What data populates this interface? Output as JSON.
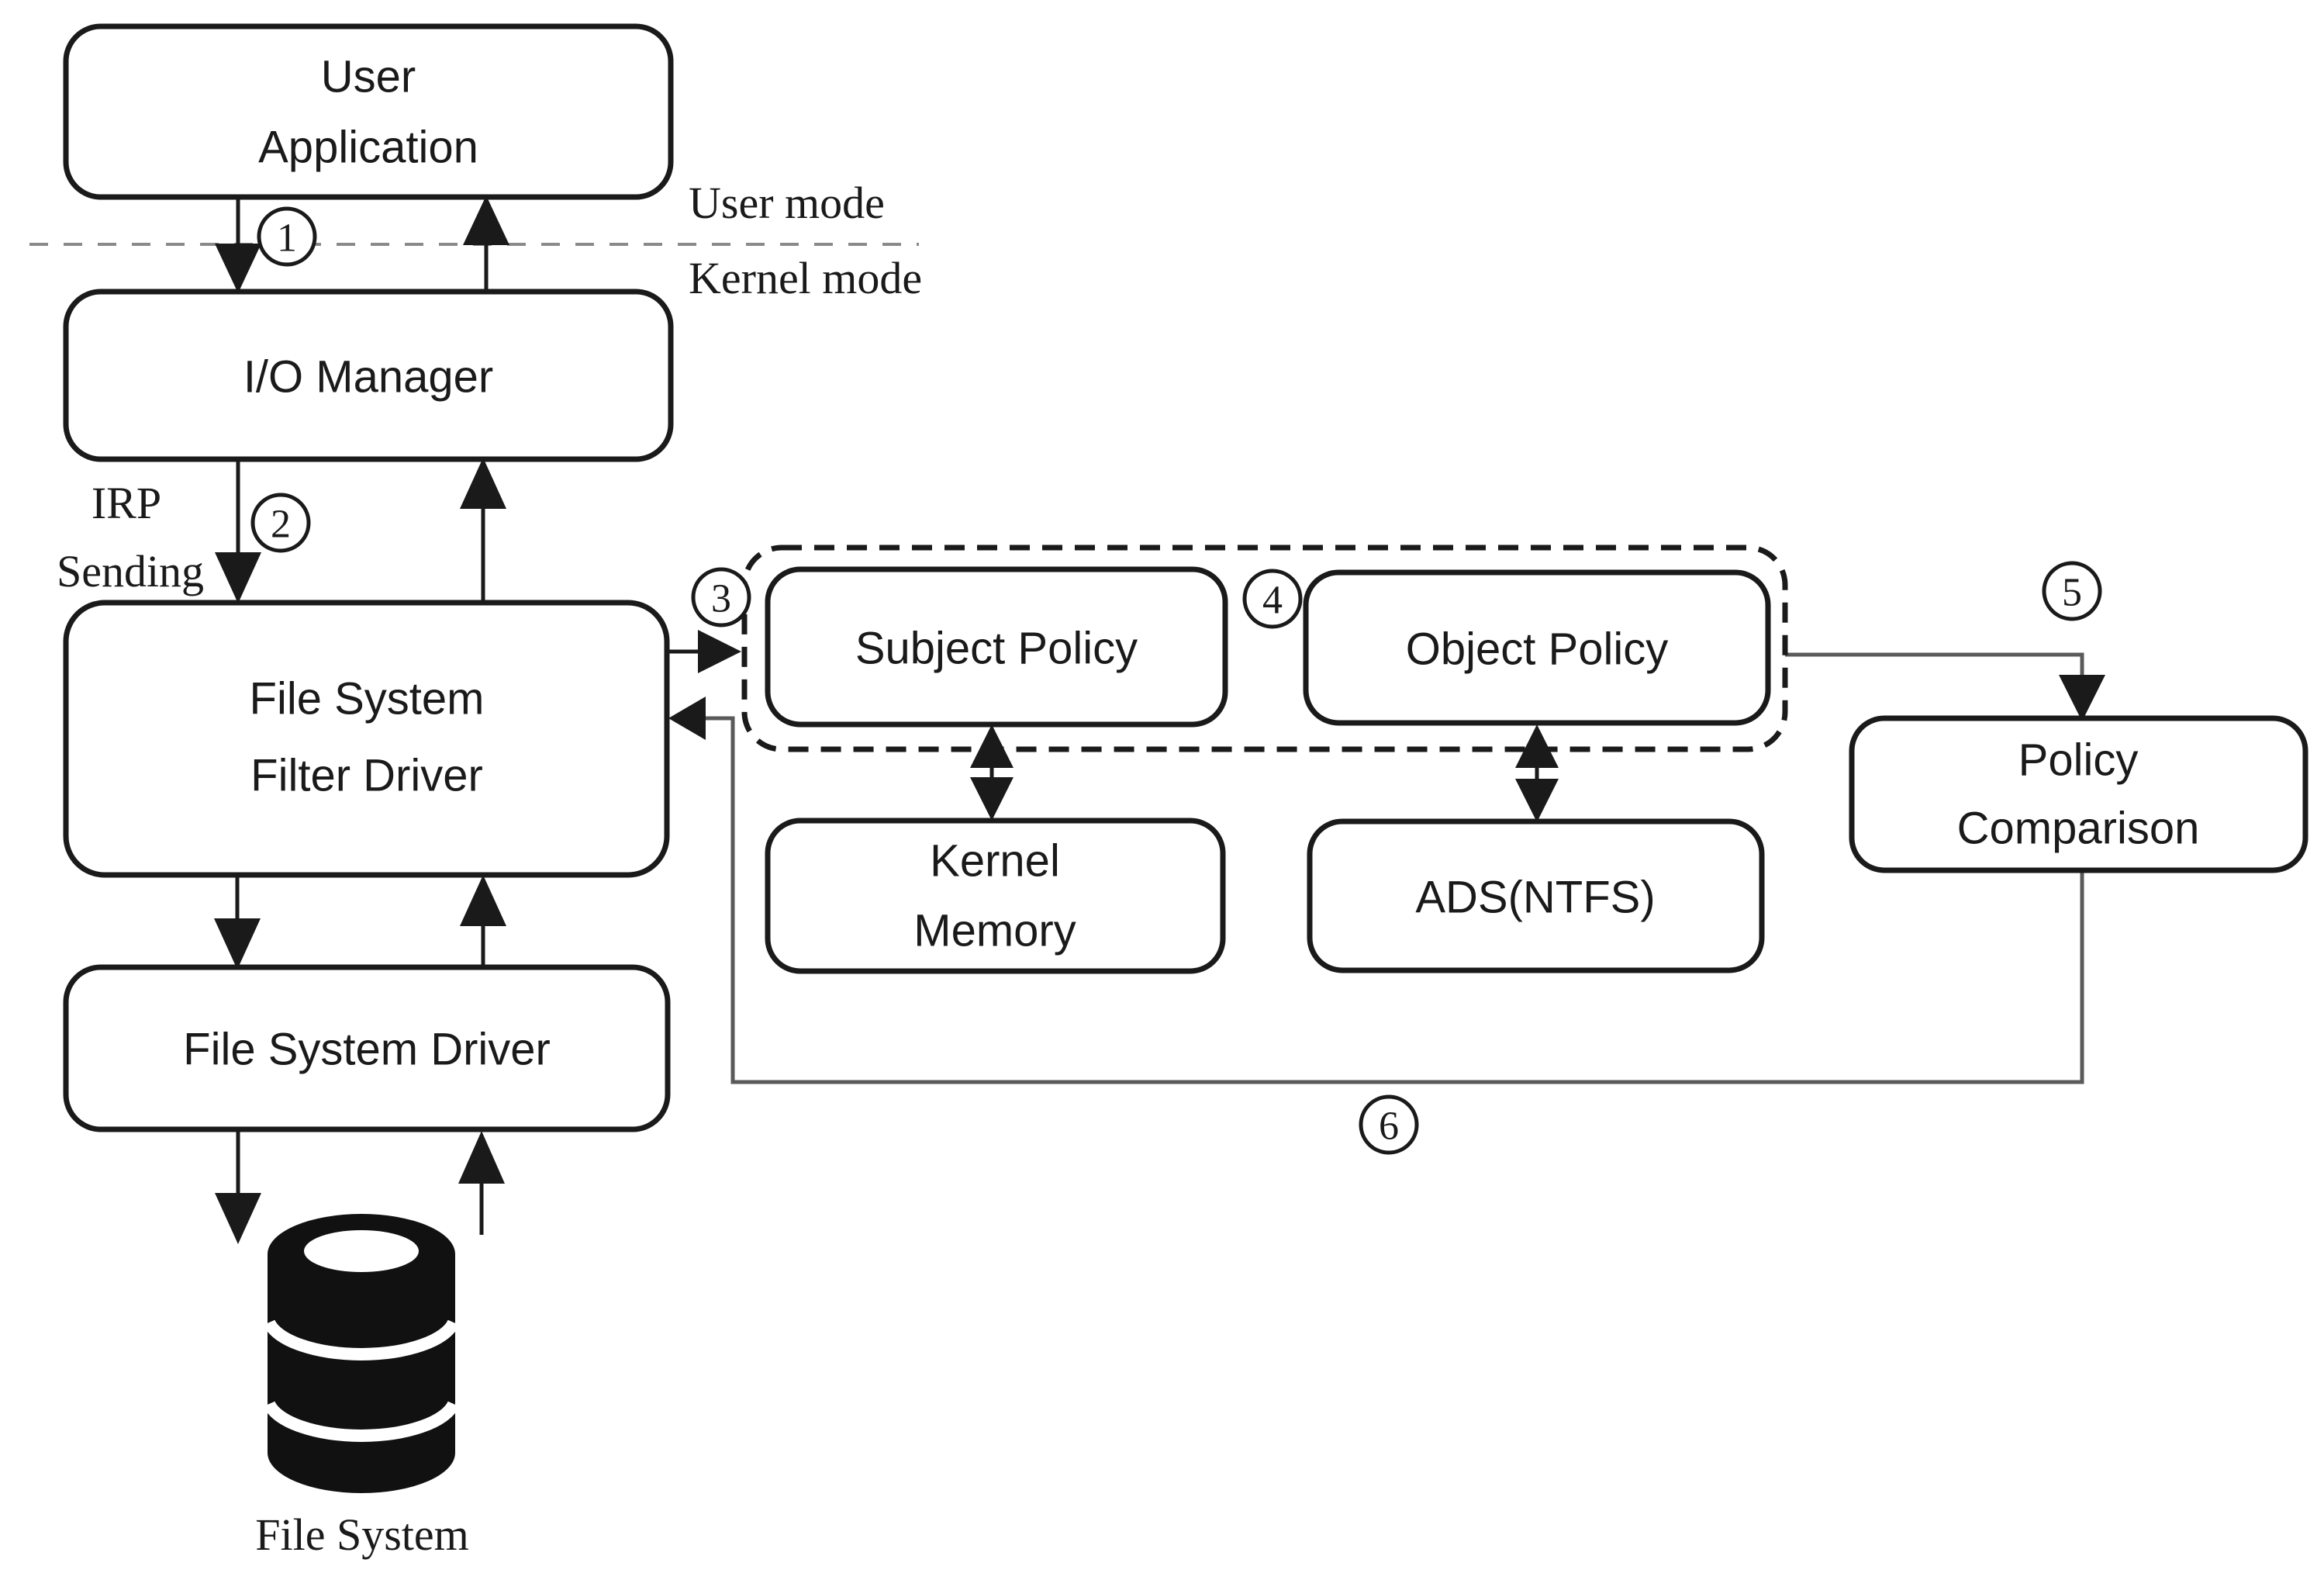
{
  "diagram": {
    "boxes": {
      "user_application": {
        "line1": "User",
        "line2": "Application"
      },
      "io_manager": {
        "label": "I/O Manager"
      },
      "file_system_filter_driver": {
        "line1": "File System",
        "line2": "Filter Driver"
      },
      "file_system_driver": {
        "label": "File System Driver"
      },
      "subject_policy": {
        "label": "Subject Policy"
      },
      "object_policy": {
        "label": "Object Policy"
      },
      "kernel_memory": {
        "line1": "Kernel",
        "line2": "Memory"
      },
      "ads_ntfs": {
        "label": "ADS(NTFS)"
      },
      "policy_comparison": {
        "line1": "Policy",
        "line2": "Comparison"
      }
    },
    "zone_labels": {
      "user_mode": "User mode",
      "kernel_mode": "Kernel mode"
    },
    "edge_labels": {
      "irp_line1": "IRP",
      "irp_line2": "Sending"
    },
    "storage_label": "File System",
    "steps": {
      "s1": "1",
      "s2": "2",
      "s3": "3",
      "s4": "4",
      "s5": "5",
      "s6": "6"
    },
    "colors": {
      "box_stroke": "#1a1a1a",
      "box_fill": "#ffffff",
      "text": "#1a1a1a",
      "connector_gray": "#5a5a5a",
      "mode_divider_gray": "#8a8a8a",
      "database_icon": "#111111",
      "background": "#ffffff"
    }
  }
}
